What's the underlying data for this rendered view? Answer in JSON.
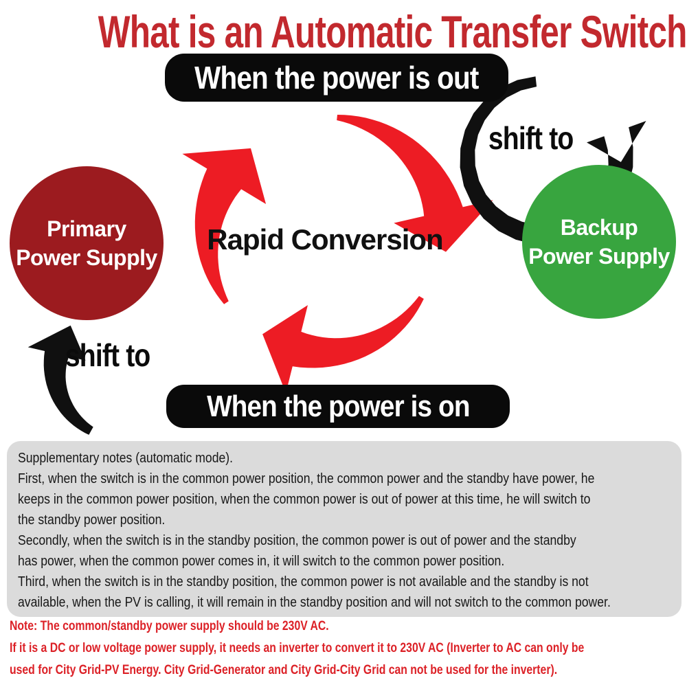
{
  "title": {
    "text": "What is an Automatic Transfer Switch",
    "color": "#c2292e"
  },
  "cycle": {
    "top_banner": "When the power is out",
    "bottom_banner": "When the power is on",
    "shift_to_top": "shift to",
    "shift_to_bottom": "shift to",
    "center_label": "Rapid Conversion",
    "banner_bg": "#0a0a0a",
    "red_arrow_color": "#ed1c24",
    "black_arrow_color": "#101010",
    "primary_circle": {
      "line1": "Primary",
      "line2": "Power Supply",
      "color": "#9c1b1f"
    },
    "backup_circle": {
      "line1": "Backup",
      "line2": "Power Supply",
      "color": "#38a53f"
    }
  },
  "notes": {
    "bg": "#dbdbdb",
    "lines": [
      "Supplementary notes (automatic mode).",
      "First, when the switch is in the common power position, the common power and the standby have power, he",
      "keeps in the common power position, when the common power is out of power at this time, he will switch to",
      "the standby power position.",
      "Secondly, when the switch is in the standby position, the common power is out of power and the standby",
      "has power, when the common power comes in, it will switch to the common power position.",
      "Third, when the switch is in the standby position, the common power is not available and the standby is not",
      "available, when the PV is calling, it will remain in the standby position and will not switch to the common power."
    ]
  },
  "footer_note": {
    "color": "#dc2127",
    "lines": [
      "Note: The common/standby power supply should be 230V AC.",
      "If it is a DC or low voltage power supply, it needs an inverter to convert it to 230V AC (Inverter to AC can only be",
      "used for City Grid-PV Energy. City Grid-Generator and City Grid-City Grid can not be used for the inverter)."
    ]
  }
}
